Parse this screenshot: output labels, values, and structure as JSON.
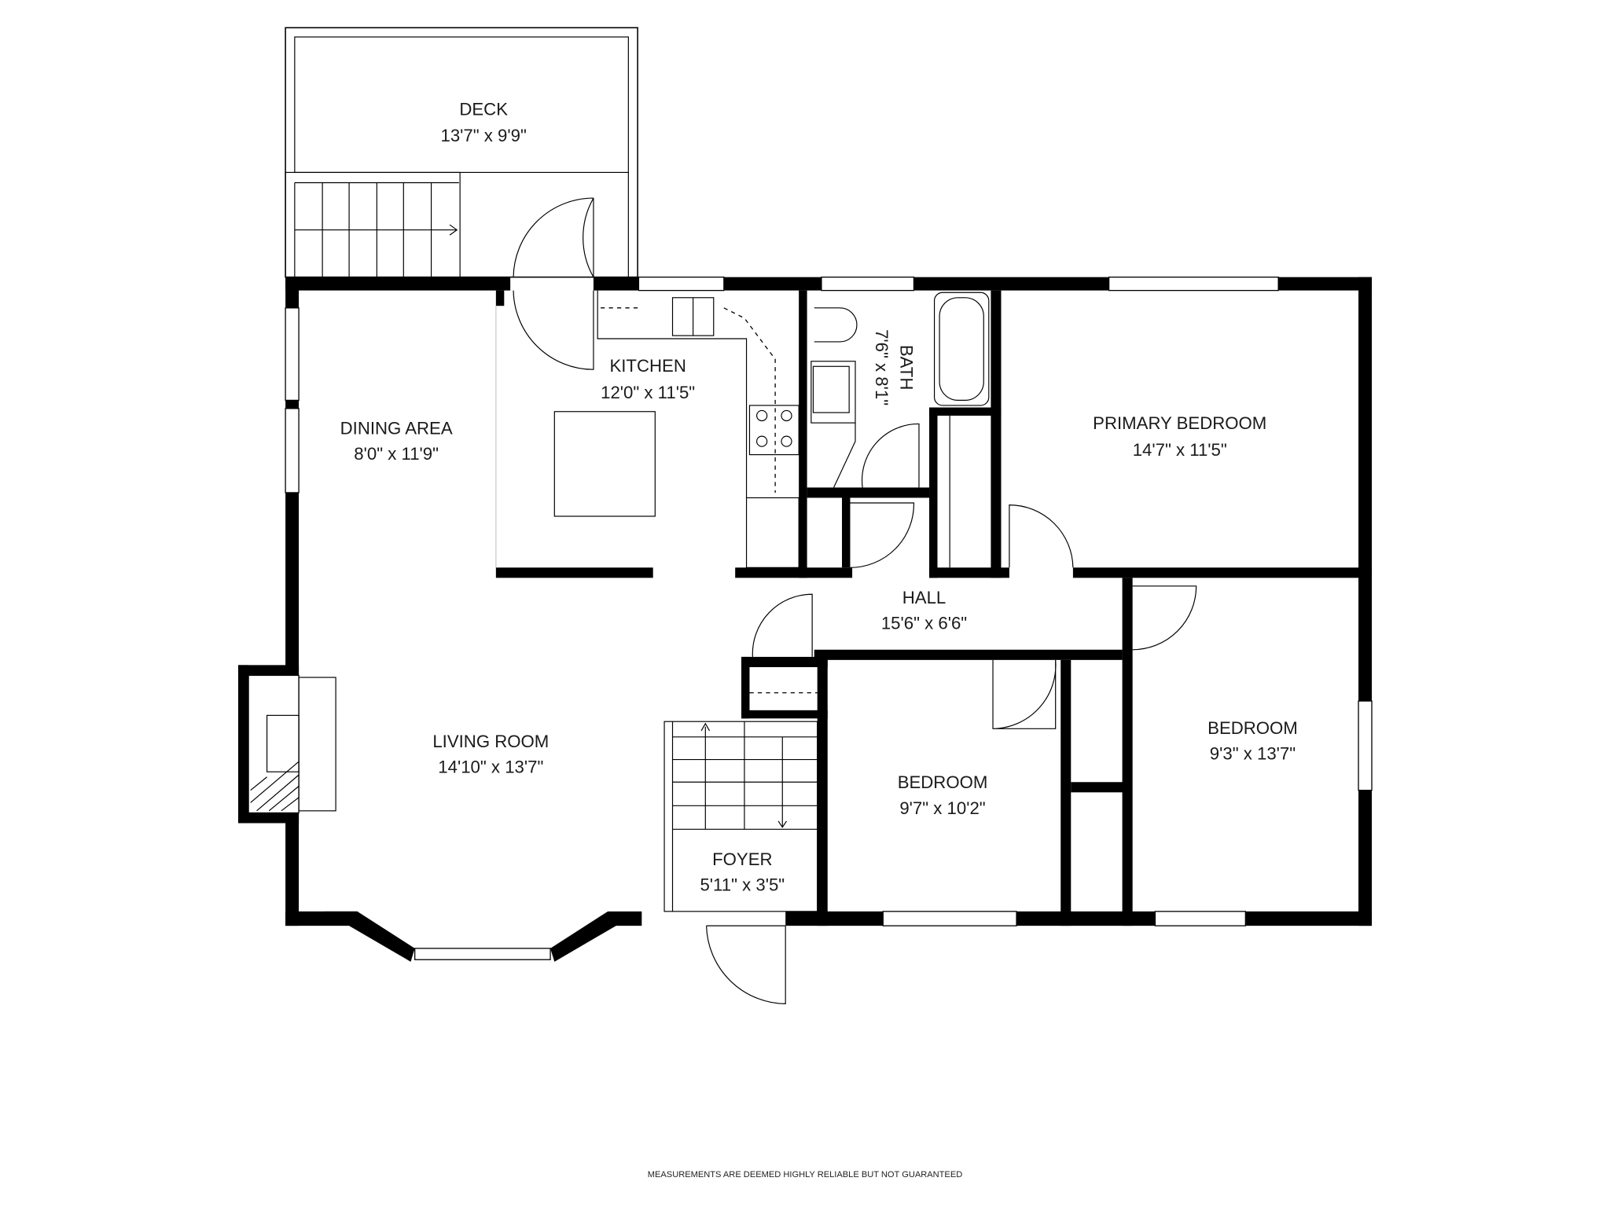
{
  "rooms": [
    {
      "name": "DECK",
      "size": "13'7\" x 9'9\""
    },
    {
      "name": "KITCHEN",
      "size": "12'0\" x 11'5\""
    },
    {
      "name": "BATH",
      "size": "7'6\" x 8'1\""
    },
    {
      "name": "PRIMARY BEDROOM",
      "size": "14'7\" x 11'5\""
    },
    {
      "name": "DINING AREA",
      "size": "8'0\" x 11'9\""
    },
    {
      "name": "HALL",
      "size": "15'6\" x 6'6\""
    },
    {
      "name": "LIVING ROOM",
      "size": "14'10\" x 13'7\""
    },
    {
      "name": "BEDROOM",
      "size": "9'7\" x 10'2\""
    },
    {
      "name": "BEDROOM",
      "size": "9'3\" x 13'7\""
    },
    {
      "name": "FOYER",
      "size": "5'11\" x 3'5\""
    }
  ],
  "footer": "MEASUREMENTS ARE DEEMED HIGHLY RELIABLE BUT NOT GUARANTEED",
  "colors": {
    "walls": "#000000",
    "background": "#ffffff"
  }
}
